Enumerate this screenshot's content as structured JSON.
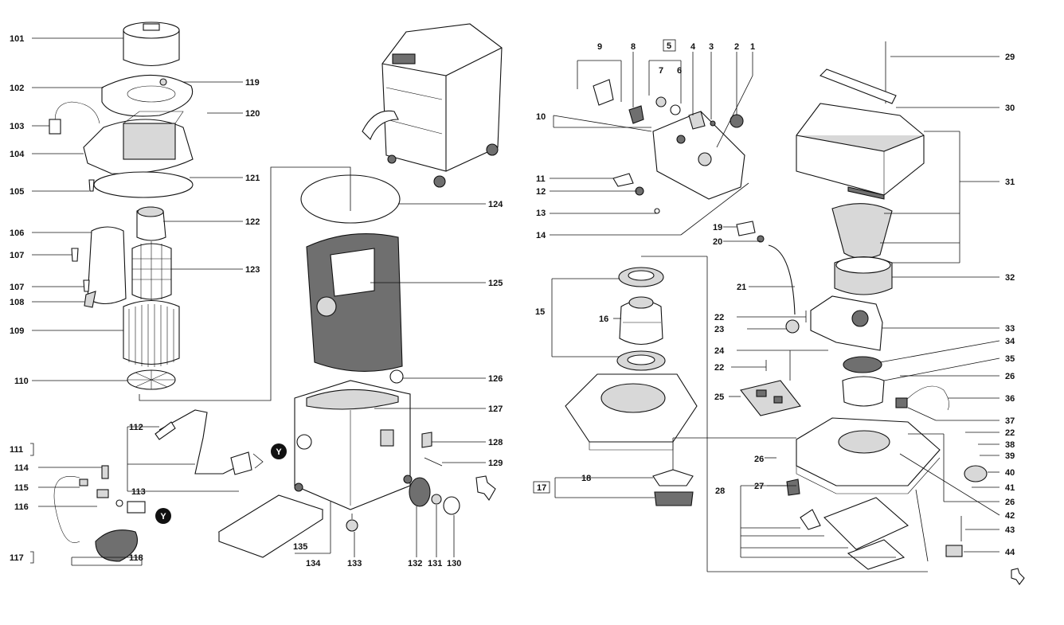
{
  "diagram": {
    "kind": "exploded parts diagram",
    "markers": {
      "y_marker": "Y"
    },
    "left_labels": [
      "101",
      "102",
      "103",
      "104",
      "105",
      "106",
      "107",
      "107",
      "108",
      "109",
      "110",
      "111",
      "114",
      "115",
      "116",
      "117"
    ],
    "center_labels": [
      "119",
      "120",
      "121",
      "122",
      "123",
      "124",
      "125",
      "126",
      "127",
      "128",
      "129",
      "112",
      "113",
      "118",
      "135",
      "134",
      "133",
      "132",
      "131",
      "130"
    ],
    "right_top_labels": [
      "9",
      "8",
      "5",
      "4",
      "3",
      "2",
      "1",
      "7",
      "6",
      "10",
      "11",
      "12",
      "13",
      "14",
      "19",
      "20",
      "21"
    ],
    "right_mid_labels": [
      "15",
      "16",
      "22",
      "23",
      "24",
      "22",
      "25",
      "26",
      "27",
      "28",
      "17",
      "18"
    ],
    "far_right_labels": [
      "29",
      "30",
      "31",
      "32",
      "33",
      "34",
      "35",
      "26",
      "36",
      "37",
      "22",
      "38",
      "39",
      "40",
      "41",
      "26",
      "42",
      "43",
      "44"
    ]
  }
}
